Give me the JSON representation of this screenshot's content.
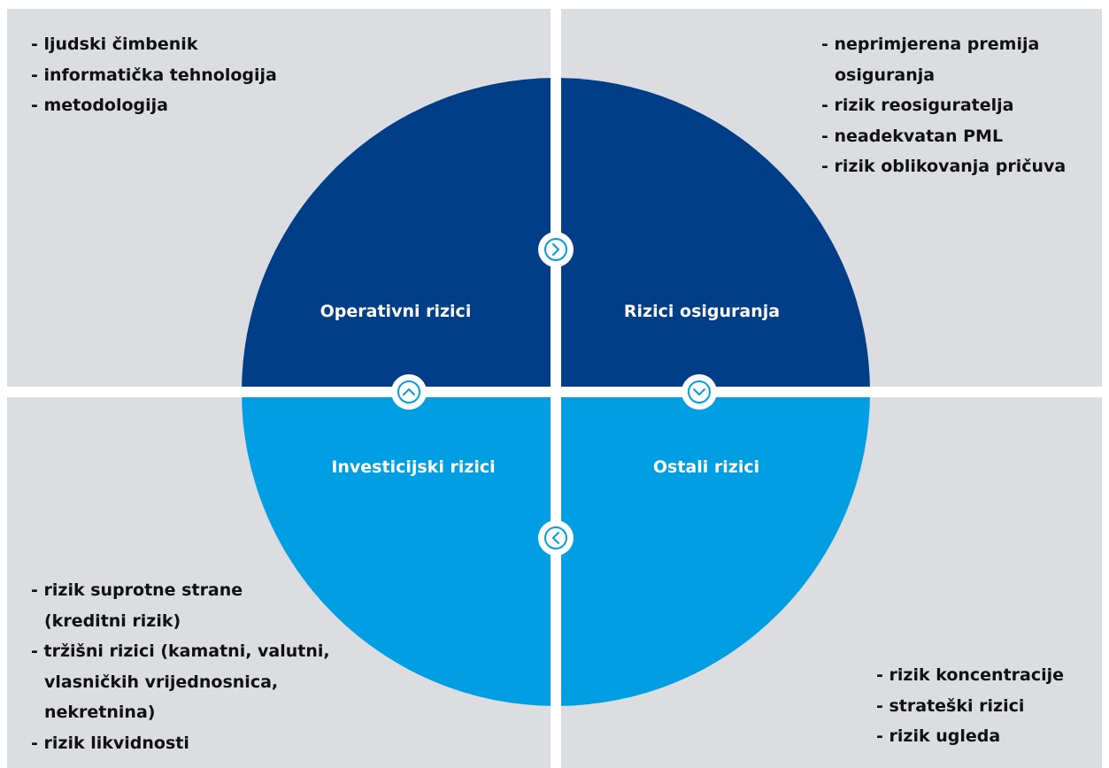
{
  "quadrants": {
    "top_left": {
      "label": "Operativni rizici",
      "color": "#003f88",
      "items": [
        {
          "text": "- ljudski čimbenik"
        },
        {
          "text": "- informatička tehnologija"
        },
        {
          "text": "- metodologija"
        }
      ]
    },
    "top_right": {
      "label": "Rizici osiguranja",
      "color": "#003f88",
      "items": [
        {
          "text": "- neprimjerena premija",
          "cont": "osiguranja"
        },
        {
          "text": "- rizik reosiguratelja"
        },
        {
          "text": "- neadekvatan PML"
        },
        {
          "text": "- rizik oblikovanja pričuva"
        }
      ]
    },
    "bottom_left": {
      "label": "Investicijski rizici",
      "color": "#009fe3",
      "items": [
        {
          "text": "- rizik suprotne strane",
          "cont": "(kreditni rizik)"
        },
        {
          "text": "- tržišni rizici (kamatni, valutni,",
          "cont": "vlasničkih vrijednosnica,",
          "cont2": "nekretnina)"
        },
        {
          "text": "- rizik likvidnosti"
        }
      ]
    },
    "bottom_right": {
      "label": "Ostali rizici",
      "color": "#009fe3",
      "items": [
        {
          "text": "- rizik koncentracije"
        },
        {
          "text": "- strateški rizici"
        },
        {
          "text": "- rizik ugleda"
        }
      ]
    }
  },
  "arrows": {
    "top": "chevron-right-icon",
    "right": "chevron-down-icon",
    "bottom": "chevron-left-icon",
    "left": "chevron-up-icon"
  },
  "colors": {
    "background_panel": "#dcdde0",
    "divider": "#ffffff",
    "arrow_icon": "#009fe3"
  }
}
